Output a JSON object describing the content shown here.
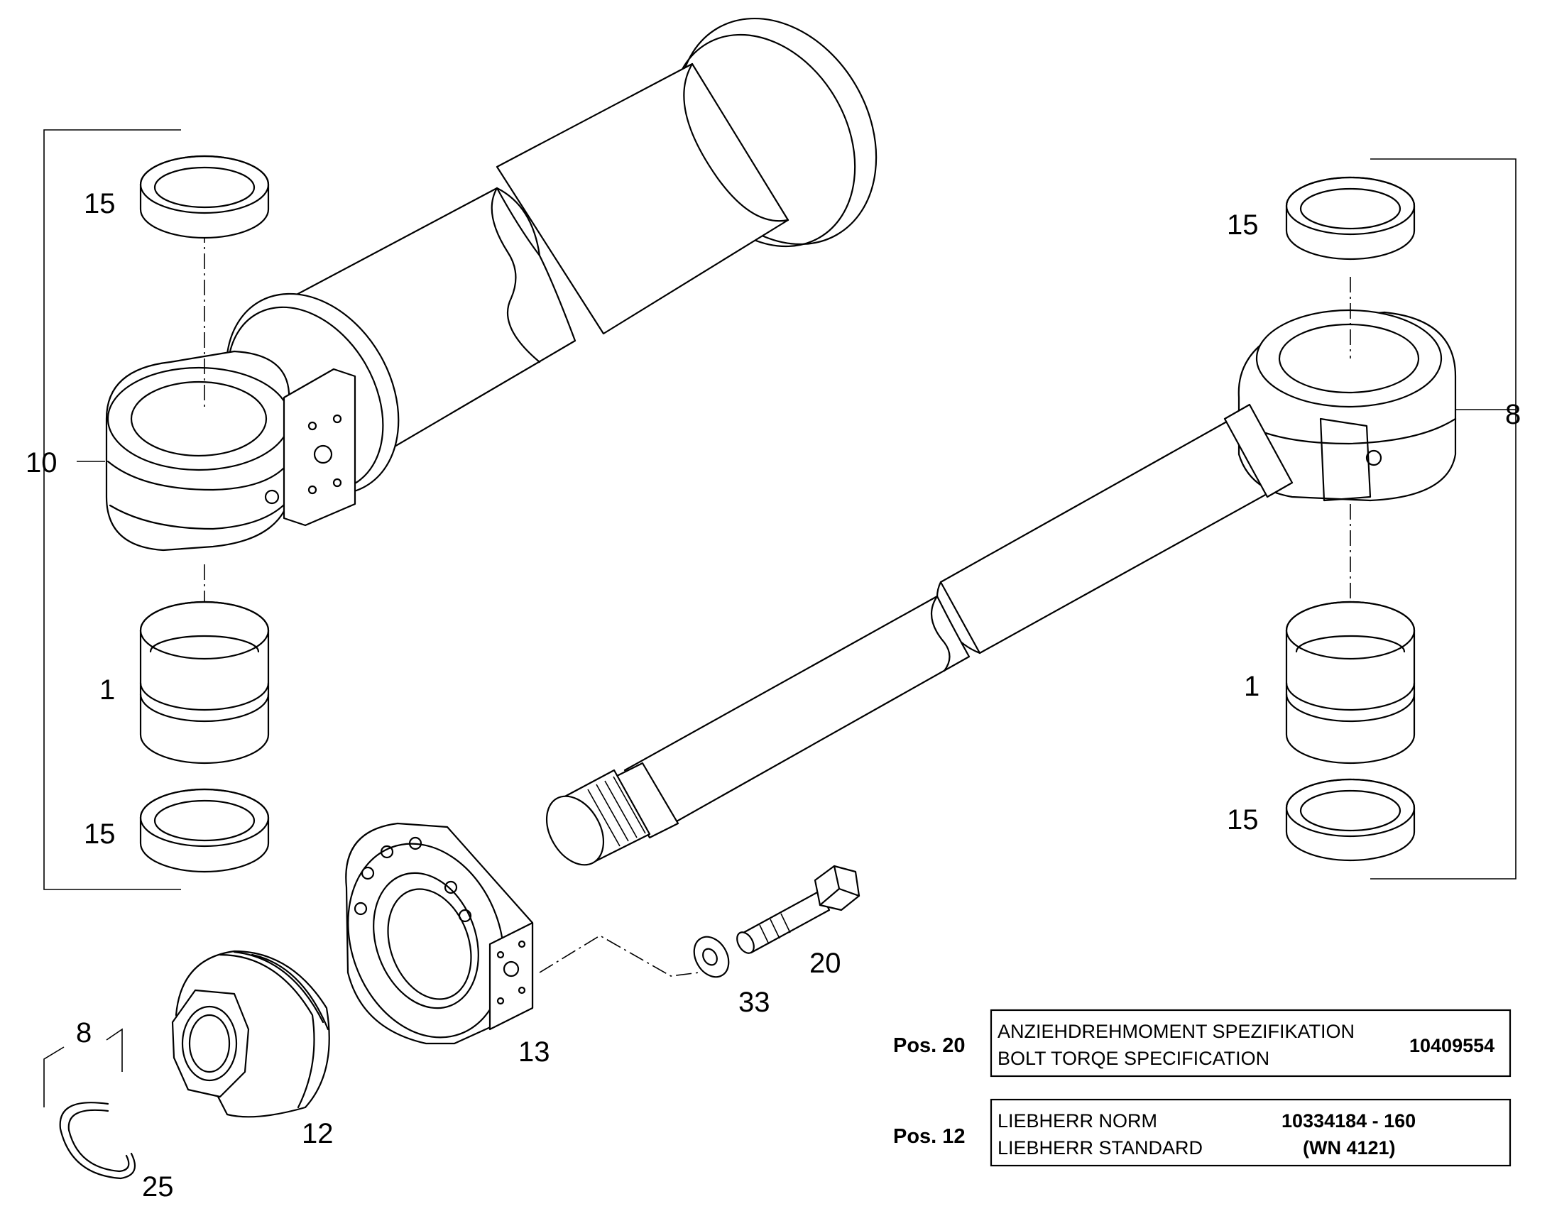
{
  "labels": {
    "p15_top_left": "15",
    "p1_left": "1",
    "p15_bottom_left": "15",
    "p10": "10",
    "p15_top_right": "15",
    "p1_right": "1",
    "p15_bottom_right": "15",
    "p8_right": "8",
    "p8_clip": "8",
    "p25": "25",
    "p12": "12",
    "p13": "13",
    "p33": "33",
    "p20": "20"
  },
  "notes": [
    {
      "pos": "Pos. 20",
      "line1": "ANZIEHDREHMOMENT SPEZIFIKATION",
      "line2": "BOLT TORQE SPECIFICATION",
      "ref1": "10409554",
      "ref2": ""
    },
    {
      "pos": "Pos. 12",
      "line1": "LIEBHERR NORM",
      "line2": "LIEBHERR STANDARD",
      "ref1": "10334184 - 160",
      "ref2": "(WN 4121)"
    }
  ]
}
